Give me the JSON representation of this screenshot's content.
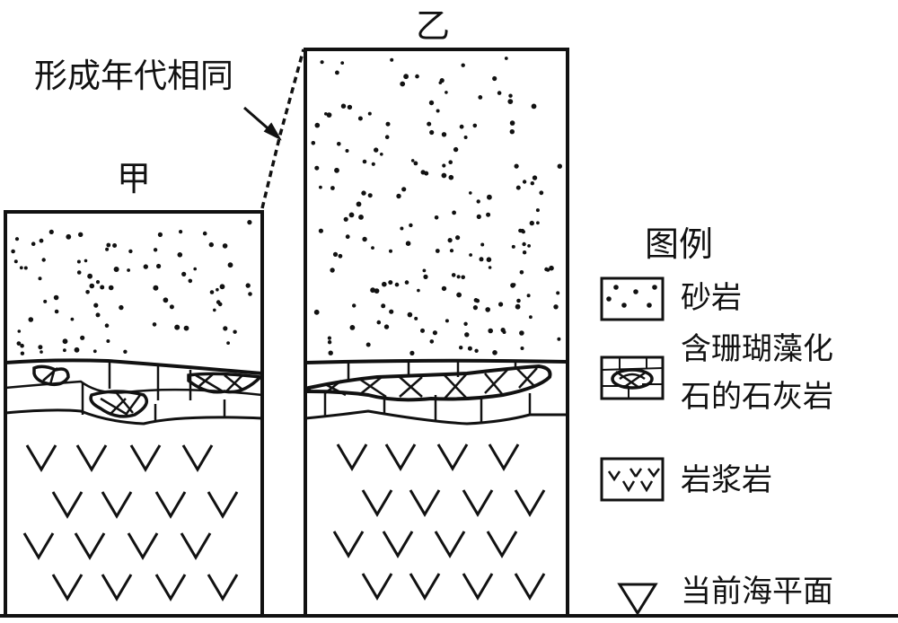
{
  "columns": [
    {
      "id": "jia",
      "label": "甲"
    },
    {
      "id": "yi",
      "label": "乙"
    }
  ],
  "annotation": {
    "text": "形成年代相同"
  },
  "legend": {
    "title": "图例",
    "items": [
      {
        "id": "sandstone",
        "label": "砂岩"
      },
      {
        "id": "coral-limestone",
        "label_line1": "含珊瑚藻化",
        "label_line2": "石的石灰岩"
      },
      {
        "id": "igneous",
        "label": "岩浆岩"
      }
    ],
    "sea_level": {
      "label": "当前海平面"
    }
  }
}
